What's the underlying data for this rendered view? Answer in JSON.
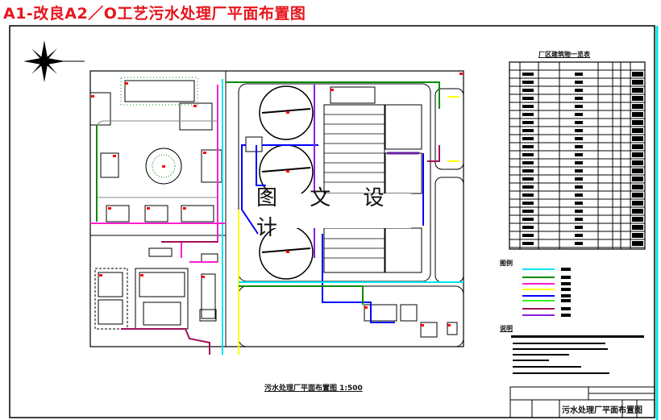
{
  "title": "A1-改良A2／O工艺污水处理厂平面布置图",
  "watermark": "图 文 设 计",
  "building_table": {
    "title": "厂区建筑物一览表"
  },
  "legend": {
    "title": "图例",
    "line_colors": [
      "#00e5ee",
      "#0a8a0a",
      "#ff1fd0",
      "#ffff00",
      "#0000ff",
      "#33ee33",
      "#a0105a",
      "#8a1fe0"
    ]
  },
  "notes": {
    "title": "说明"
  },
  "drawing_caption": "污水处理厂平面布置图 1:500",
  "title_block": {
    "drawing_name": "污水处理厂平面布置图"
  },
  "colors": {
    "title": "#e8141c",
    "marker": "#ff0000",
    "frame": "#000000"
  }
}
